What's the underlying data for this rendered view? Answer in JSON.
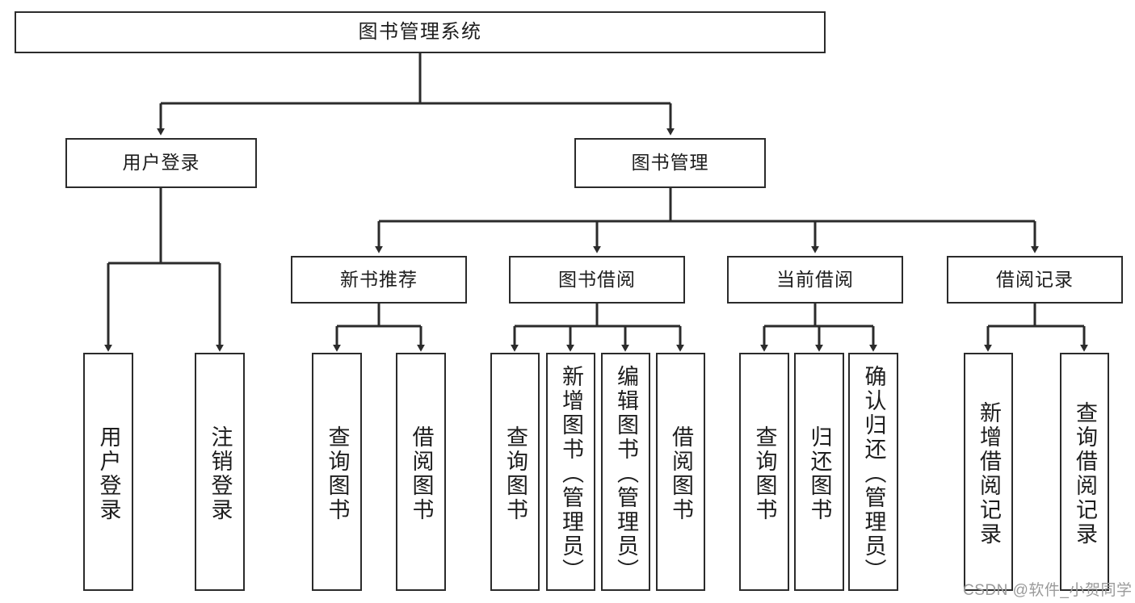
{
  "diagram": {
    "type": "tree-hierarchy",
    "title": "图书管理系统",
    "watermark": "CSDN @软件_小贺同学",
    "colors": {
      "box_border": "#2b2b2b",
      "box_fill": "#ffffff",
      "connector": "#2b2b2b",
      "text": "#1d1d1d",
      "watermark": "#9a9a9a",
      "background": "#ffffff"
    },
    "levels": {
      "root": {
        "label": "图书管理系统"
      },
      "level2": [
        {
          "id": "user-login",
          "label": "用户登录"
        },
        {
          "id": "book-management",
          "label": "图书管理"
        }
      ],
      "level3": [
        {
          "id": "new-book-recommend",
          "label": "新书推荐",
          "parent": "book-management"
        },
        {
          "id": "book-borrow",
          "label": "图书借阅",
          "parent": "book-management"
        },
        {
          "id": "current-borrow",
          "label": "当前借阅",
          "parent": "book-management"
        },
        {
          "id": "borrow-record",
          "label": "借阅记录",
          "parent": "book-management"
        }
      ],
      "leaves": [
        {
          "id": "leaf-user-login",
          "label": "用户登录",
          "parent": "user-login"
        },
        {
          "id": "leaf-user-logout",
          "label": "注销登录",
          "parent": "user-login"
        },
        {
          "id": "leaf-query-book-1",
          "label": "查询图书",
          "parent": "new-book-recommend"
        },
        {
          "id": "leaf-borrow-book-1",
          "label": "借阅图书",
          "parent": "new-book-recommend"
        },
        {
          "id": "leaf-query-book-2",
          "label": "查询图书",
          "parent": "book-borrow"
        },
        {
          "id": "leaf-add-book",
          "label": "新增图书（管理员）",
          "parent": "book-borrow"
        },
        {
          "id": "leaf-edit-book",
          "label": "编辑图书（管理员）",
          "parent": "book-borrow"
        },
        {
          "id": "leaf-borrow-book-2",
          "label": "借阅图书",
          "parent": "book-borrow"
        },
        {
          "id": "leaf-query-book-3",
          "label": "查询图书",
          "parent": "current-borrow"
        },
        {
          "id": "leaf-return-book",
          "label": "归还图书",
          "parent": "current-borrow"
        },
        {
          "id": "leaf-confirm-return",
          "label": "确认归还（管理员）",
          "parent": "current-borrow"
        },
        {
          "id": "leaf-add-record",
          "label": "新增借阅记录",
          "parent": "borrow-record"
        },
        {
          "id": "leaf-query-record",
          "label": "查询借阅记录",
          "parent": "borrow-record"
        }
      ]
    }
  }
}
